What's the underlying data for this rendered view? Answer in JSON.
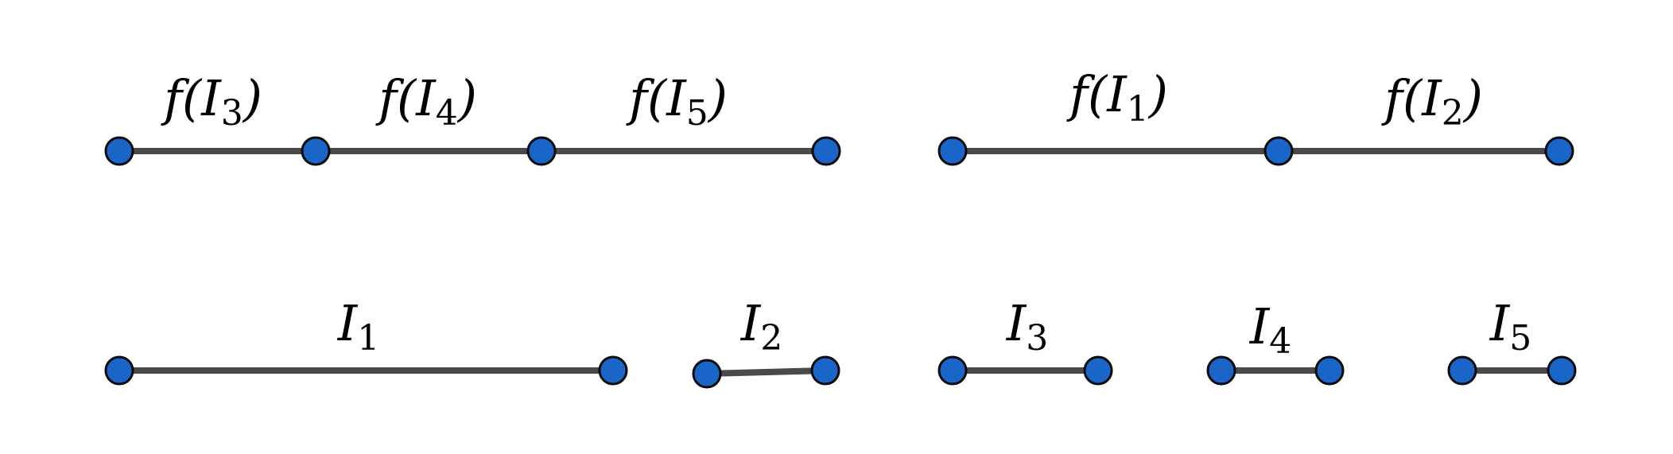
{
  "labels": {
    "f_i3": {
      "pre": "f(",
      "var": "I",
      "sub": "3",
      "post": ")"
    },
    "f_i4": {
      "pre": "f(",
      "var": "I",
      "sub": "4",
      "post": ")"
    },
    "f_i5": {
      "pre": "f(",
      "var": "I",
      "sub": "5",
      "post": ")"
    },
    "f_i1": {
      "pre": "f(",
      "var": "I",
      "sub": "1",
      "post": ")"
    },
    "f_i2": {
      "pre": "f(",
      "var": "I",
      "sub": "2",
      "post": ")"
    },
    "i1": {
      "var": "I",
      "sub": "1"
    },
    "i2": {
      "var": "I",
      "sub": "2"
    },
    "i3": {
      "var": "I",
      "sub": "3"
    },
    "i4": {
      "var": "I",
      "sub": "4"
    },
    "i5": {
      "var": "I",
      "sub": "5"
    }
  },
  "colors": {
    "point_fill": "#1a66c8",
    "point_stroke": "#0a0a0a",
    "segment": "#4a4a4a"
  }
}
